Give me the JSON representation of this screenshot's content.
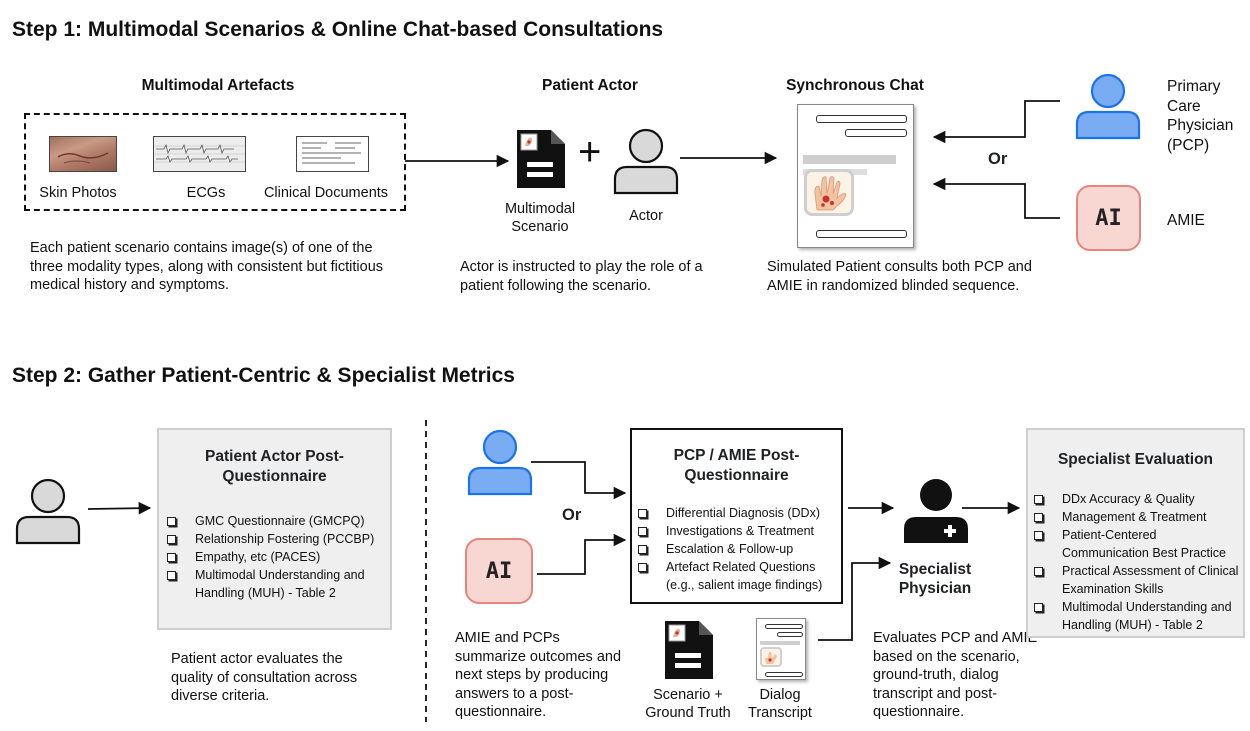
{
  "step1": {
    "title": "Step 1: Multimodal Scenarios & Online Chat-based Consultations",
    "artefacts": {
      "heading": "Multimodal Artefacts",
      "items": [
        "Skin Photos",
        "ECGs",
        "Clinical Documents"
      ],
      "description": "Each patient scenario contains image(s) of one of the three modality types, along with consistent but fictitious medical history and symptoms."
    },
    "actor": {
      "heading": "Patient Actor",
      "scenario_label": "Multimodal Scenario",
      "plus": "+",
      "actor_label": "Actor",
      "description": "Actor is instructed to play the role of a patient following the scenario."
    },
    "chat": {
      "heading": "Synchronous Chat",
      "or": "Or",
      "description": "Simulated Patient consults both PCP and AMIE in randomized blinded sequence."
    },
    "pcp_label": "Primary Care Physician (PCP)",
    "ai_badge": "AI",
    "amie_label": "AMIE"
  },
  "step2": {
    "title": "Step 2: Gather Patient-Centric & Specialist Metrics",
    "patient_box": {
      "title": "Patient Actor Post-Questionnaire",
      "items": [
        "GMC Questionnaire (GMCPQ)",
        "Relationship Fostering (PCCBP)",
        "Empathy, etc  (PACES)",
        "Multimodal Understanding and Handling (MUH) - Table 2"
      ],
      "description": "Patient actor evaluates the quality of consultation across diverse criteria."
    },
    "middle": {
      "or": "Or",
      "ai_badge": "AI",
      "box_title": "PCP / AMIE Post-Questionnaire",
      "items": [
        "Differential Diagnosis (DDx)",
        "Investigations & Treatment",
        "Escalation & Follow-up",
        "Artefact Related Questions (e.g., salient image findings)"
      ],
      "description": "AMIE and PCPs summarize outcomes and next steps by producing answers to a post-questionnaire.",
      "scenario_label": "Scenario + Ground Truth",
      "transcript_label": "Dialog Transcript"
    },
    "specialist": {
      "label": "Specialist Physician",
      "description": "Evaluates PCP and AMIE based on the scenario, ground-truth, dialog transcript and post-questionnaire."
    },
    "specialist_box": {
      "title": "Specialist Evaluation",
      "items": [
        "DDx Accuracy & Quality",
        "Management  & Treatment",
        "Patient-Centered Communication Best Practice",
        "Practical Assessment of Clinical Examination Skills",
        "Multimodal Understanding and Handling (MUH) - Table 2"
      ]
    }
  },
  "colors": {
    "person_blue": "#7aacf4",
    "person_blue_border": "#1a73e8",
    "person_gray": "#d9d9d9",
    "ai_fill": "#f8d7d3",
    "ai_border": "#e8857b",
    "box_gray": "#efefef",
    "skin_red": "#c4332e"
  },
  "icons": [
    "document-icon",
    "person-icon",
    "specialist-icon",
    "skin-photo-icon",
    "ecg-icon",
    "clinical-document-icon",
    "hand-lesion-icon",
    "chat-window-icon"
  ]
}
